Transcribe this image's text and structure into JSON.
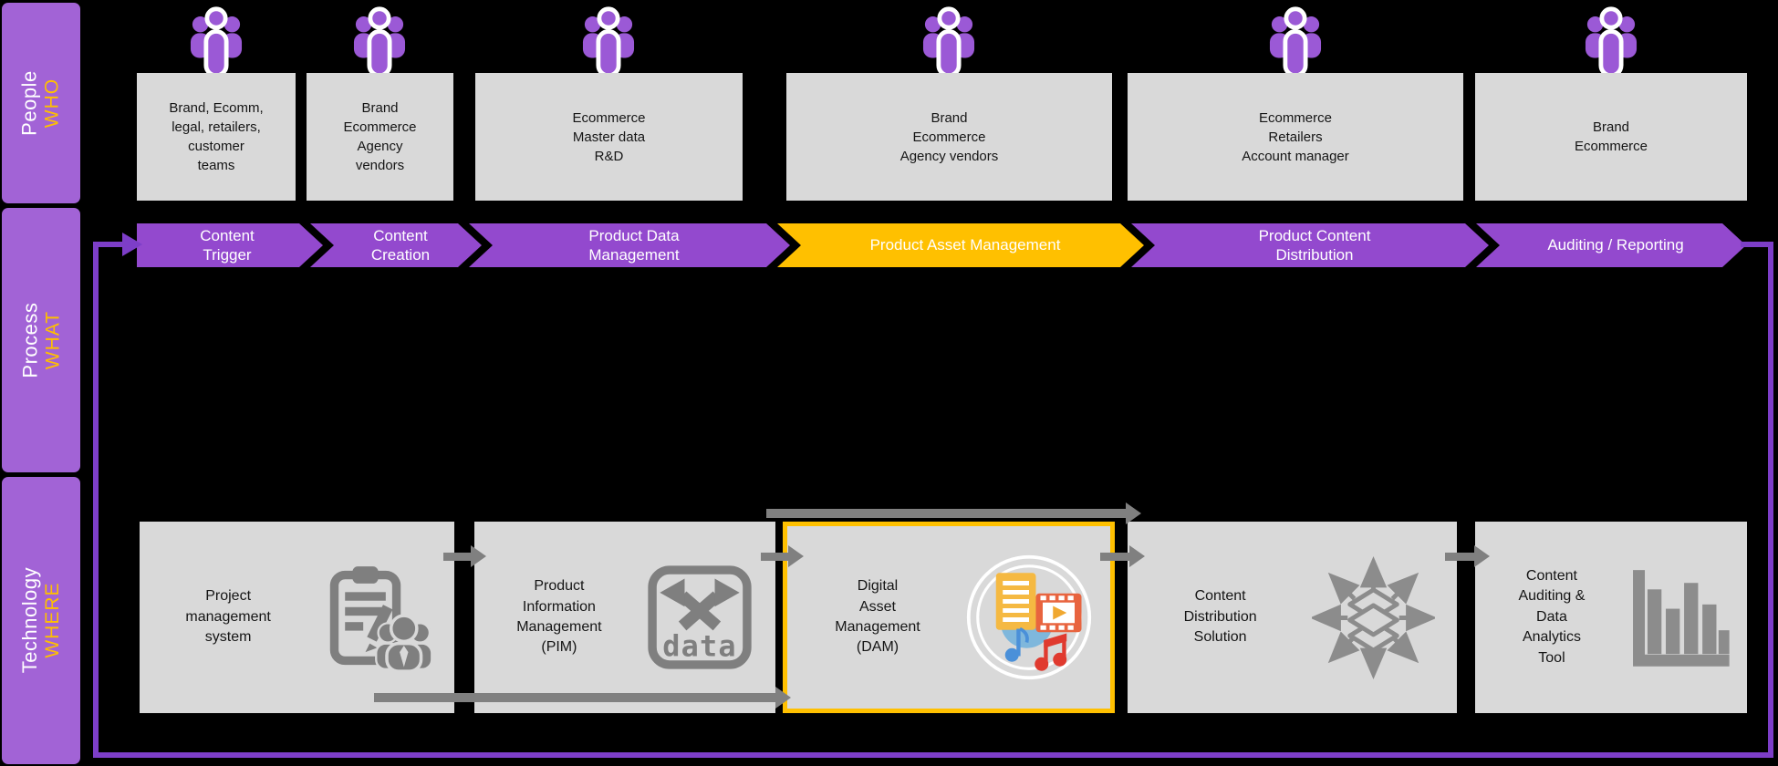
{
  "colors": {
    "bg": "#000000",
    "sidebar-purple": "#A263D6",
    "chevron-purple": "#9349CE",
    "loop-purple": "#7D3EC8",
    "gold": "#FFC000",
    "box-gray": "#D9D9D9",
    "icon-gray": "#7F7F7F",
    "arrow-gray": "#808080",
    "people-icon-purple": "#9B59D6",
    "text-dark": "#151515",
    "text-white": "#FFFFFF"
  },
  "sidebar": {
    "bands": [
      {
        "title": "People",
        "subtitle": "WHO"
      },
      {
        "title": "Process",
        "subtitle": "WHAT"
      },
      {
        "title": "Technology",
        "subtitle": "WHERE"
      }
    ]
  },
  "people_row": {
    "groups": [
      {
        "icon": "people-group-icon",
        "label": "Brand, Ecomm,\nlegal, retailers,\ncustomer\nteams"
      },
      {
        "icon": "people-group-icon",
        "label": "Brand\nEcommerce\nAgency\nvendors"
      },
      {
        "icon": "people-group-icon",
        "label": "Ecommerce\nMaster data\nR&D"
      },
      {
        "icon": "people-group-icon",
        "label": "Brand\nEcommerce\nAgency vendors"
      },
      {
        "icon": "people-group-icon",
        "label": "Ecommerce\nRetailers\nAccount manager"
      },
      {
        "icon": "people-group-icon",
        "label": "Brand\nEcommerce"
      }
    ]
  },
  "process_row": {
    "steps": [
      {
        "label": "Content\nTrigger",
        "highlighted": false
      },
      {
        "label": "Content\nCreation",
        "highlighted": false
      },
      {
        "label": "Product Data\nManagement",
        "highlighted": false
      },
      {
        "label": "Product Asset Management",
        "highlighted": true
      },
      {
        "label": "Product Content\nDistribution",
        "highlighted": false
      },
      {
        "label": "Auditing / Reporting",
        "highlighted": false
      }
    ]
  },
  "technology_row": {
    "systems": [
      {
        "label": "Project\nmanagement\nsystem",
        "icon": "clipboard-team-icon",
        "highlighted": false
      },
      {
        "label": "Product\nInformation\nManagement\n(PIM)",
        "icon": "data-shuffle-icon",
        "highlighted": false
      },
      {
        "label": "Digital\nAsset\nManagement\n(DAM)",
        "icon": "media-assets-icon",
        "highlighted": true
      },
      {
        "label": "Content\nDistribution\nSolution",
        "icon": "distribution-icon",
        "highlighted": false
      },
      {
        "label": "Content\nAuditing &\nData\nAnalytics\nTool",
        "icon": "bar-chart-icon",
        "highlighted": false
      }
    ],
    "pim_icon_text": "data"
  }
}
